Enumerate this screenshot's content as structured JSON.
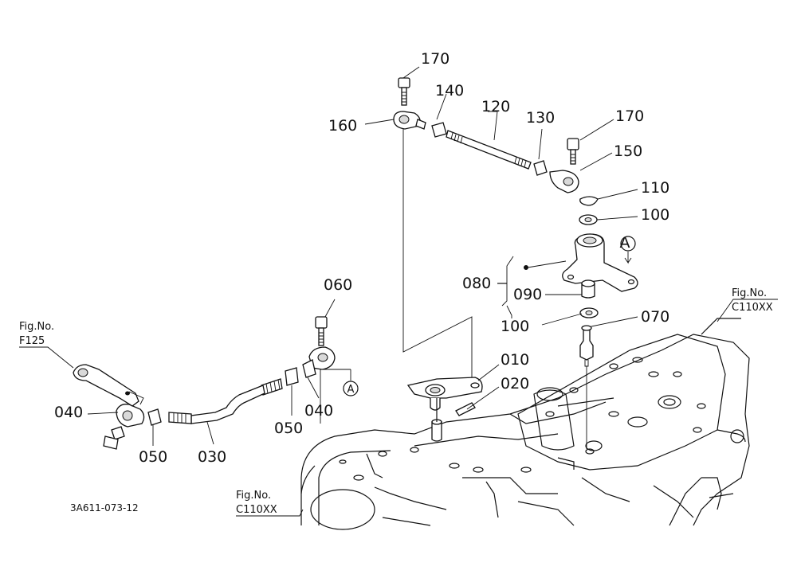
{
  "diagram": {
    "code": "3A611-073-12",
    "parts": {
      "p170_top": "170",
      "p140": "140",
      "p120": "120",
      "p130": "130",
      "p170_right": "170",
      "p160": "160",
      "p150": "150",
      "p110": "110",
      "p100_top": "100",
      "p080": "080",
      "p090": "090",
      "p100_bottom": "100",
      "p070": "070",
      "p060": "060",
      "p010": "010",
      "p020": "020",
      "p040_right": "040",
      "p050_right": "050",
      "p040_left": "040",
      "p050_left": "050",
      "p030": "030"
    },
    "callouts": {
      "a_top": "A",
      "a_bottom": "A"
    },
    "figure_refs": {
      "f125_line1": "Fig.No.",
      "f125_line2": "F125",
      "c110_right_line1": "Fig.No.",
      "c110_right_line2": "C110XX",
      "c110_bottom_line1": "Fig.No.",
      "c110_bottom_line2": "C110XX"
    }
  }
}
